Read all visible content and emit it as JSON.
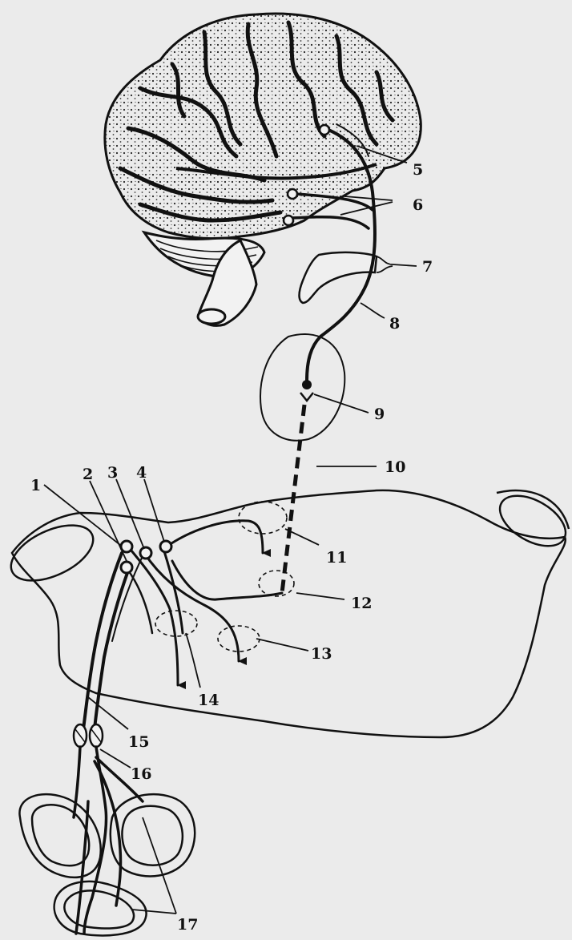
{
  "colors": {
    "background": "#ebebeb",
    "ink": "#111111"
  },
  "labels": {
    "l1": "1",
    "l2": "2",
    "l3": "3",
    "l4": "4",
    "l5": "5",
    "l6": "6",
    "l7": "7",
    "l8": "8",
    "l9": "9",
    "l10": "10",
    "l11": "11",
    "l12": "12",
    "l13": "13",
    "l14": "14",
    "l15": "15",
    "l16": "16",
    "l17": "17"
  }
}
